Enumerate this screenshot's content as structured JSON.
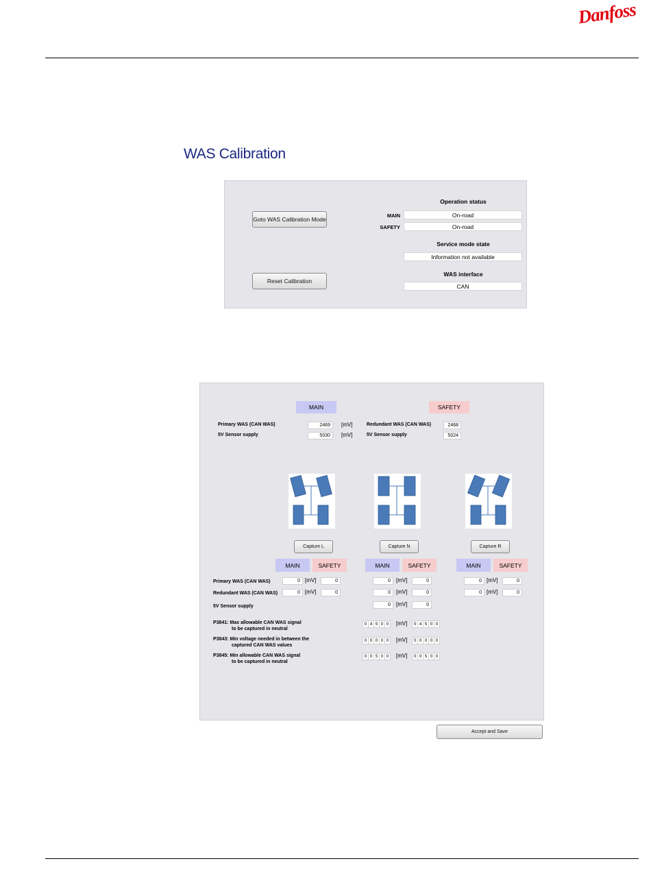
{
  "header": {
    "brand": "Danfoss"
  },
  "page_title": "WAS Calibration",
  "panel1": {
    "goto_button": "Goto WAS Calibration Mode",
    "reset_button": "Reset Calibration",
    "operation_status": {
      "title": "Operation status",
      "main_label": "MAIN",
      "main_value": "On-road",
      "safety_label": "SAFETY",
      "safety_value": "On-road"
    },
    "service_mode": {
      "title": "Service mode state",
      "value": "Information not available"
    },
    "was_interface": {
      "title": "WAS interface",
      "value": "CAN"
    }
  },
  "panel2": {
    "main_tag": "MAIN",
    "safety_tag": "SAFETY",
    "main": {
      "primary_label": "Primary WAS (CAN WAS)",
      "primary_value": "2469",
      "supply_label": "5V Sensor supply",
      "supply_value": "5030",
      "unit": "[mV]"
    },
    "safety": {
      "redundant_label": "Redundant WAS (CAN WAS)",
      "redundant_value": "2468",
      "supply_label": "5V Sensor supply",
      "supply_value": "5024"
    },
    "capture_buttons": [
      "Capture L",
      "Capture N",
      "Capture R"
    ],
    "row_labels": {
      "primary": "Primary WAS (CAN WAS)",
      "redundant": "Redundant WAS (CAN WAS)",
      "supply": "5V Sensor supply"
    },
    "unit": "[mV]",
    "captures": {
      "L": {
        "primary": [
          "0",
          "0"
        ],
        "redundant": [
          "0",
          "0"
        ]
      },
      "N": {
        "primary": [
          "0",
          "0"
        ],
        "redundant": [
          "0",
          "0"
        ],
        "supply": [
          "0",
          "0"
        ]
      },
      "R": {
        "primary": [
          "0",
          "0"
        ],
        "redundant": [
          "0",
          "0"
        ]
      }
    },
    "params": [
      {
        "line1": "P3841: Max allowable CAN WAS signal",
        "line2": "to be captured in neutral",
        "main": [
          "0",
          "4",
          "5",
          "0",
          "0"
        ],
        "safety": [
          "0",
          "4",
          "5",
          "0",
          "0"
        ]
      },
      {
        "line1": "P3843: Min voltage needed in between the",
        "line2": "captured CAN WAS values",
        "main": [
          "0",
          "0",
          "0",
          "0",
          "0"
        ],
        "safety": [
          "0",
          "0",
          "0",
          "0",
          "0"
        ]
      },
      {
        "line1": "P3845: Min allowable CAN WAS signal",
        "line2": "to be captured in neutral",
        "main": [
          "0",
          "0",
          "5",
          "0",
          "0"
        ],
        "safety": [
          "0",
          "0",
          "5",
          "0",
          "0"
        ]
      }
    ],
    "accept_button": "Accept and Save"
  },
  "colors": {
    "title": "#1a2680",
    "brand": "#e2000f",
    "main_tag": "#c8c8f4",
    "safety_tag": "#f6cccc",
    "wheel": "#4a7ab8"
  }
}
